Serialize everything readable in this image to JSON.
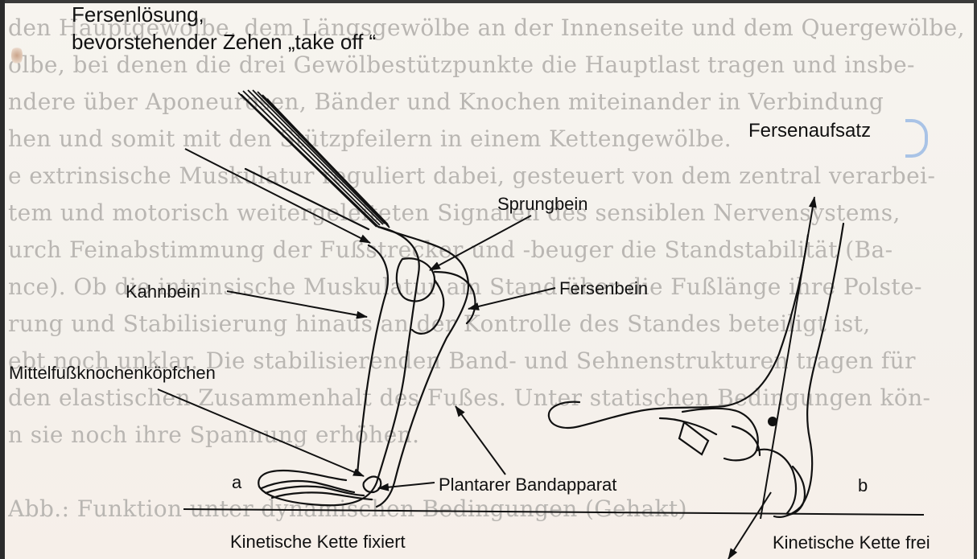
{
  "background_text": [
    "den Hauptgewölbe, dem Längsgewölbe an der Innenseite und dem Quergewölbe,",
    "ölbe, bei denen die drei Gewölbestützpunkte die Hauptlast tragen und insbe-",
    "ndere über Aponeurosen, Bänder und Knochen miteinander in Verbindung",
    "hen und somit mit den Stützpfeilern in einem Kettengewölbe.",
    "e extrinsische Muskulatur reguliert dabei, gesteuert von dem zentral verarbei-",
    "tem und motorisch weitergeleiteten Signalen des sensiblen Nervensystems,",
    "urch Feinabstimmung der Fußstrecker und -beuger die Standstabilität (Ba-",
    "nce). Ob die intrinsische Muskulatur am Stand über die Fußlänge ihre Polste-",
    "rung und Stabilisierung hinaus an der Kontrolle des Standes beteiligt ist,",
    "ebt noch unklar. Die stabilisierenden Band- und Sehnenstrukturen tragen für",
    "den elastischen Zusammenhalt des Fußes. Unter statischen Bedingungen kön-",
    "n sie noch ihre Spannung erhöhen.",
    "",
    "                    Abb.: Funktion unter dynamischen Bedingungen (Gehakt)"
  ],
  "figure": {
    "labels": {
      "fersenloesung": "Fersenlösung,",
      "take_off": "bevorstehender Zehen „take off “",
      "fersenaufsatz": "Fersenaufsatz",
      "sprungbein": "Sprungbein",
      "kahnbein": "Kahnbein",
      "fersenbein": "Fersenbein",
      "mittelfuss": "Mittelfußknochenköpfchen",
      "a": "a",
      "plantarer": "Plantarer Bandapparat",
      "b": "b",
      "kette_fixiert": "Kinetische Kette fixiert",
      "kette_frei": "Kinetische Kette frei"
    }
  },
  "colors": {
    "paper": "#f6f3ee",
    "bleed_text": "#b9b6b2",
    "ink": "#111111"
  }
}
